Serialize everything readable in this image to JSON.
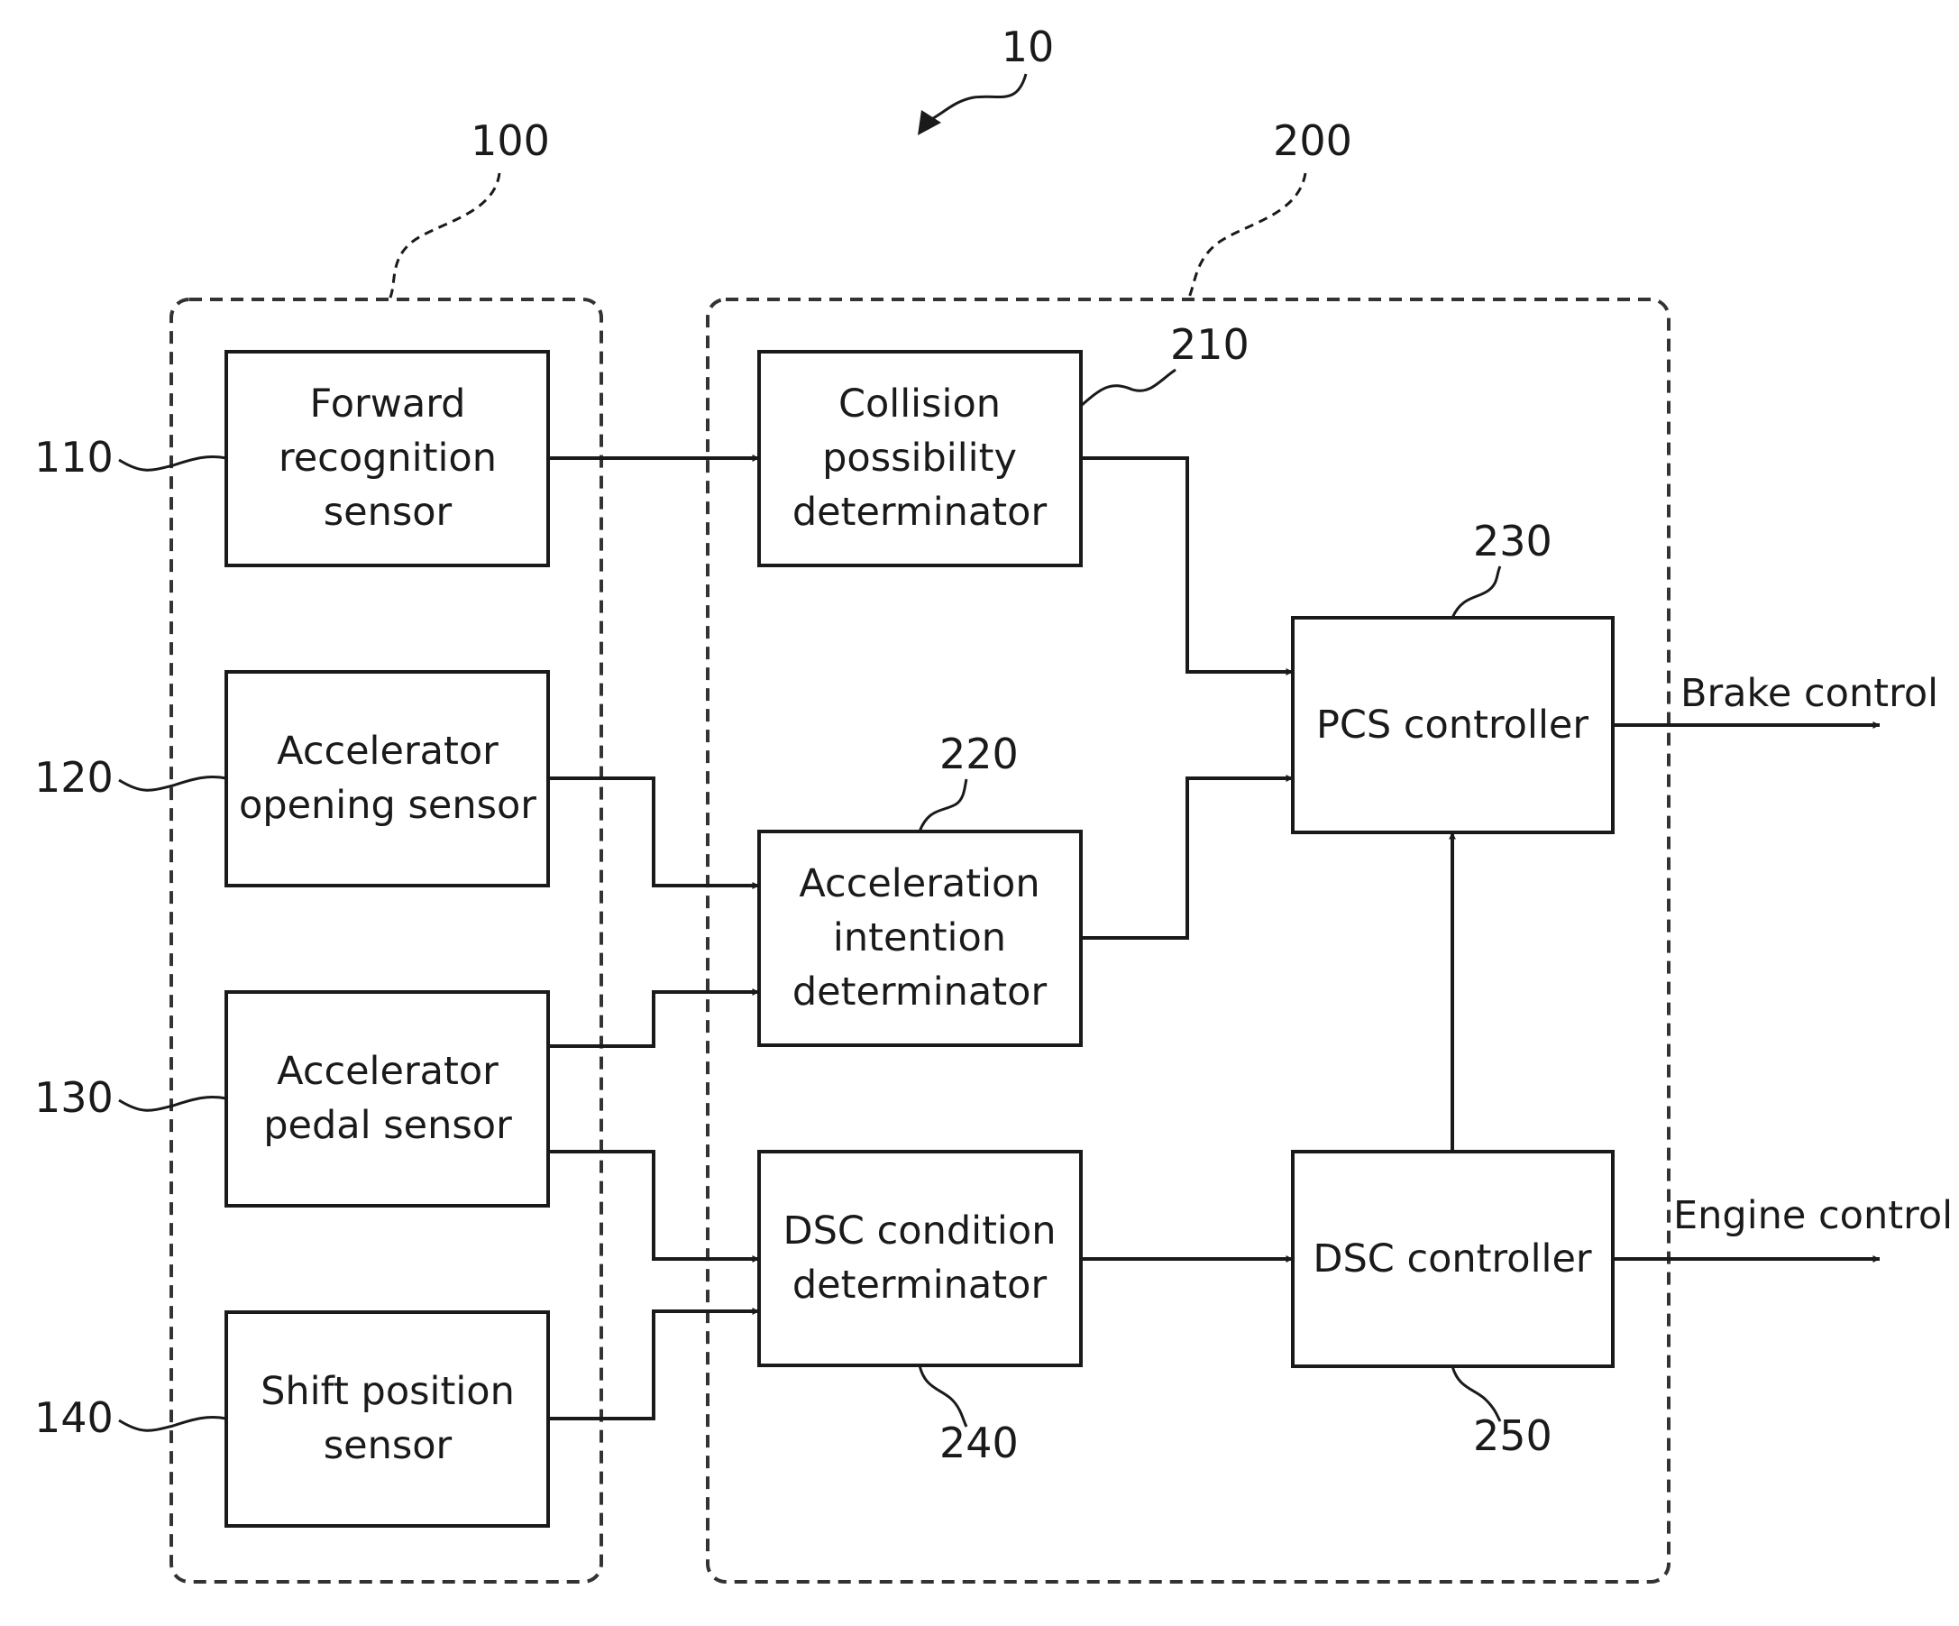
{
  "diagram": {
    "system_ref": "10",
    "groups": {
      "sensors": {
        "ref": "100"
      },
      "controller": {
        "ref": "200"
      }
    },
    "blocks": {
      "forward_recognition_sensor": {
        "ref": "110",
        "lines": [
          "Forward",
          "recognition",
          "sensor"
        ]
      },
      "accelerator_opening_sensor": {
        "ref": "120",
        "lines": [
          "Accelerator",
          "opening sensor"
        ]
      },
      "accelerator_pedal_sensor": {
        "ref": "130",
        "lines": [
          "Accelerator",
          "pedal sensor"
        ]
      },
      "shift_position_sensor": {
        "ref": "140",
        "lines": [
          "Shift position",
          "sensor"
        ]
      },
      "collision_possibility_determinator": {
        "ref": "210",
        "lines": [
          "Collision",
          "possibility",
          "determinator"
        ]
      },
      "acceleration_intention_determinator": {
        "ref": "220",
        "lines": [
          "Acceleration",
          "intention",
          "determinator"
        ]
      },
      "pcs_controller": {
        "ref": "230",
        "lines": [
          "PCS controller"
        ]
      },
      "dsc_condition_determinator": {
        "ref": "240",
        "lines": [
          "DSC condition",
          "determinator"
        ]
      },
      "dsc_controller": {
        "ref": "250",
        "lines": [
          "DSC controller"
        ]
      }
    },
    "outputs": {
      "brake_control": "Brake control",
      "engine_control": "Engine control"
    }
  }
}
